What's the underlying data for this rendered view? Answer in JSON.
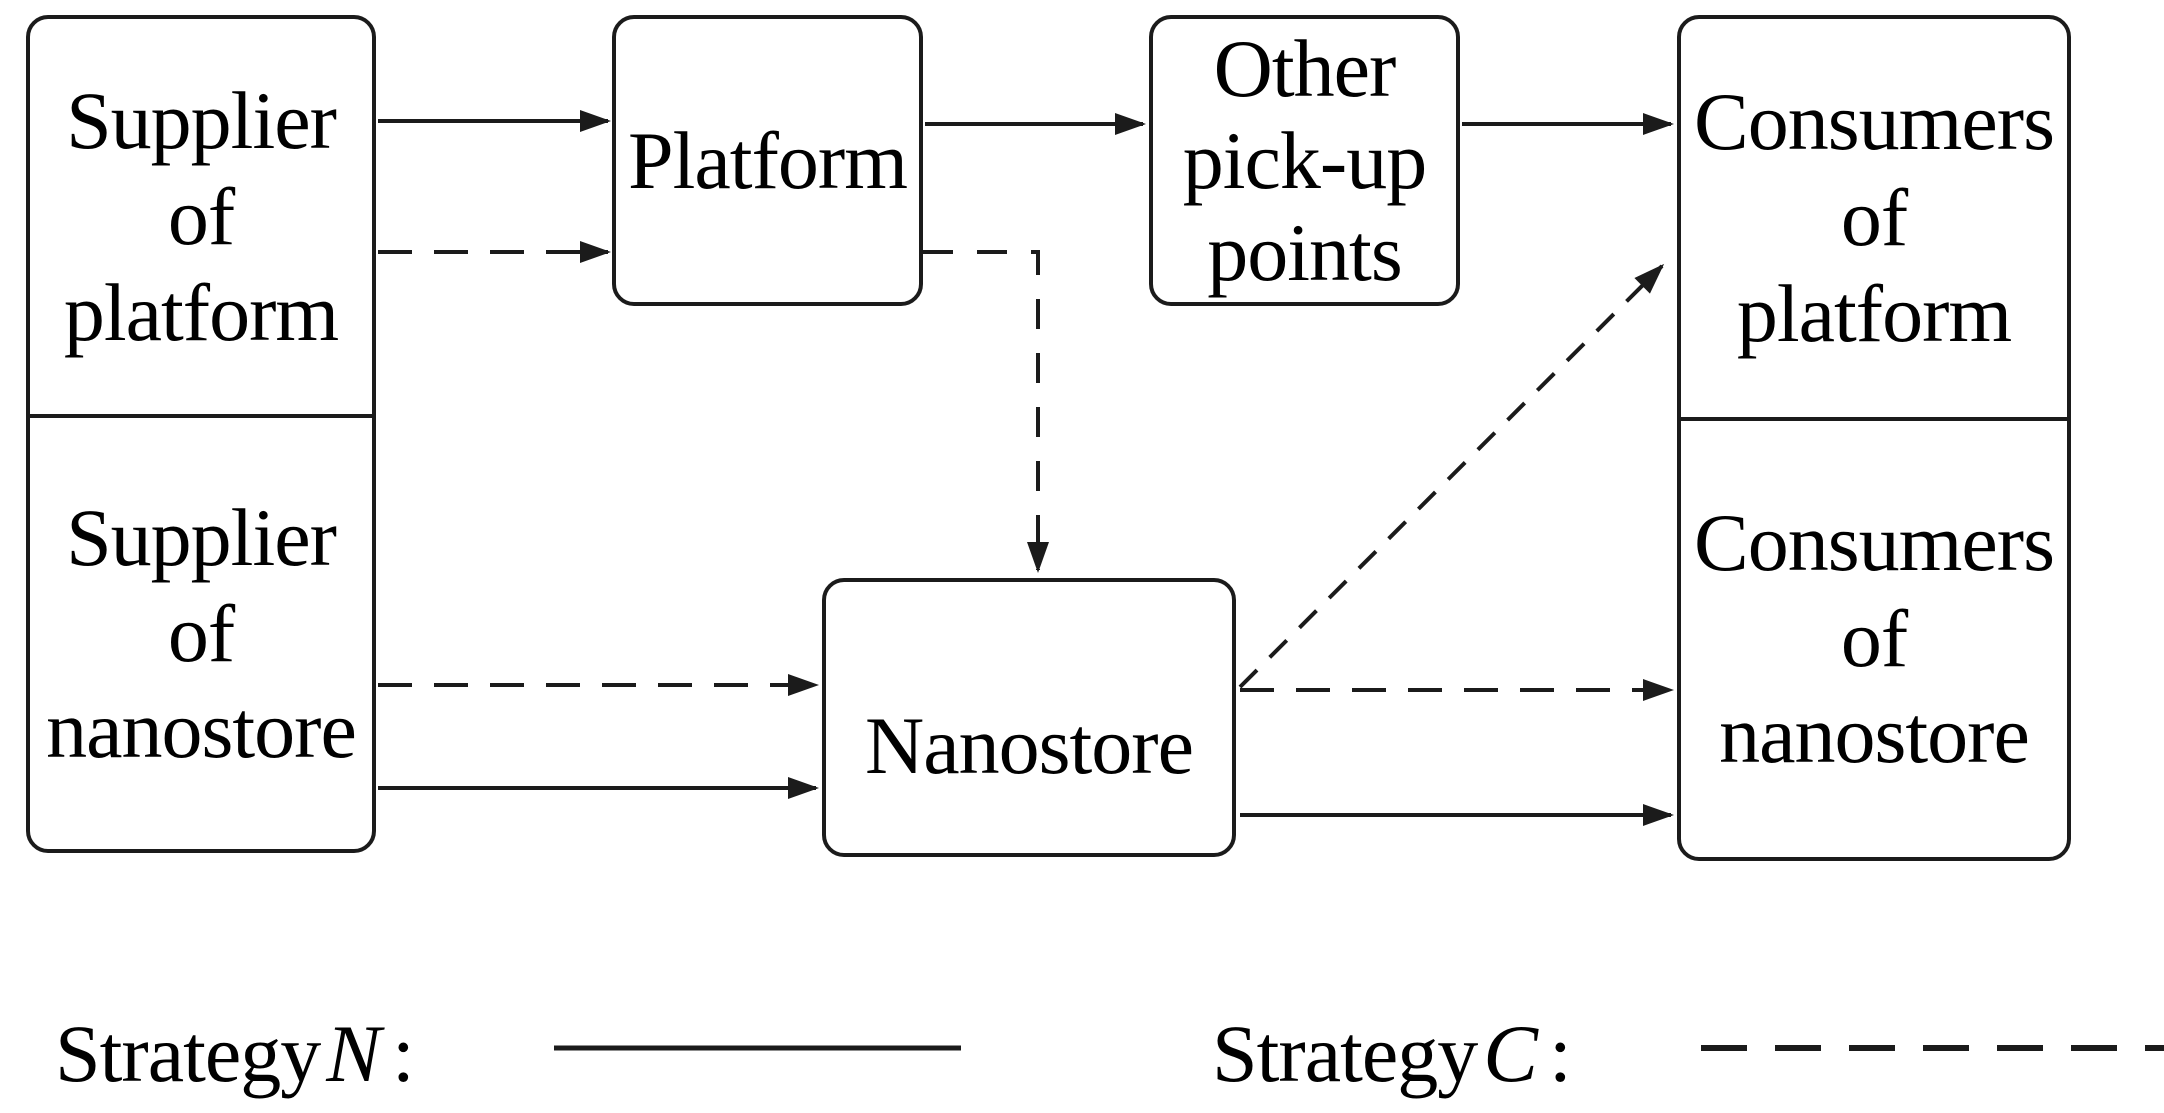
{
  "nodes": {
    "supplier_platform": {
      "label": "Supplier of platform",
      "lines": [
        "Supplier",
        "of",
        "platform"
      ]
    },
    "supplier_nanostore": {
      "label": "Supplier of nanostore",
      "lines": [
        "Supplier",
        "of",
        "nanostore"
      ]
    },
    "platform": {
      "label": "Platform",
      "lines": [
        "Platform"
      ]
    },
    "other_pickup_points": {
      "label": "Other pick-up points",
      "lines": [
        "Other",
        "pick-up",
        "points"
      ]
    },
    "nanostore": {
      "label": "Nanostore",
      "lines": [
        "Nanostore"
      ]
    },
    "consumers_platform": {
      "label": "Consumers of platform",
      "lines": [
        "Consumers",
        "of",
        "platform"
      ]
    },
    "consumers_nanostore": {
      "label": "Consumers of nanostore",
      "lines": [
        "Consumers",
        "of",
        "nanostore"
      ]
    }
  },
  "edges": [
    {
      "from": "supplier_platform",
      "to": "platform",
      "strategy": "N",
      "style": "solid"
    },
    {
      "from": "supplier_platform",
      "to": "platform",
      "strategy": "C",
      "style": "dashed"
    },
    {
      "from": "platform",
      "to": "other_pickup_points",
      "strategy": "N",
      "style": "solid"
    },
    {
      "from": "other_pickup_points",
      "to": "consumers_platform",
      "strategy": "N",
      "style": "solid"
    },
    {
      "from": "platform",
      "to": "nanostore",
      "strategy": "C",
      "style": "dashed"
    },
    {
      "from": "supplier_nanostore",
      "to": "nanostore",
      "strategy": "C",
      "style": "dashed"
    },
    {
      "from": "supplier_nanostore",
      "to": "nanostore",
      "strategy": "N",
      "style": "solid"
    },
    {
      "from": "nanostore",
      "to": "consumers_platform",
      "strategy": "C",
      "style": "dashed"
    },
    {
      "from": "nanostore",
      "to": "consumers_nanostore",
      "strategy": "C",
      "style": "dashed"
    },
    {
      "from": "nanostore",
      "to": "consumers_nanostore",
      "strategy": "N",
      "style": "solid"
    }
  ],
  "legend": {
    "strategy_n": {
      "prefix": "Strategy",
      "symbol": "N",
      "colon": ":",
      "line_style": "solid"
    },
    "strategy_c": {
      "prefix": "Strategy",
      "symbol": "C",
      "colon": ":",
      "line_style": "dashed"
    }
  },
  "colors": {
    "line": "#1b1b1b",
    "text": "#000000",
    "background": "#ffffff"
  }
}
